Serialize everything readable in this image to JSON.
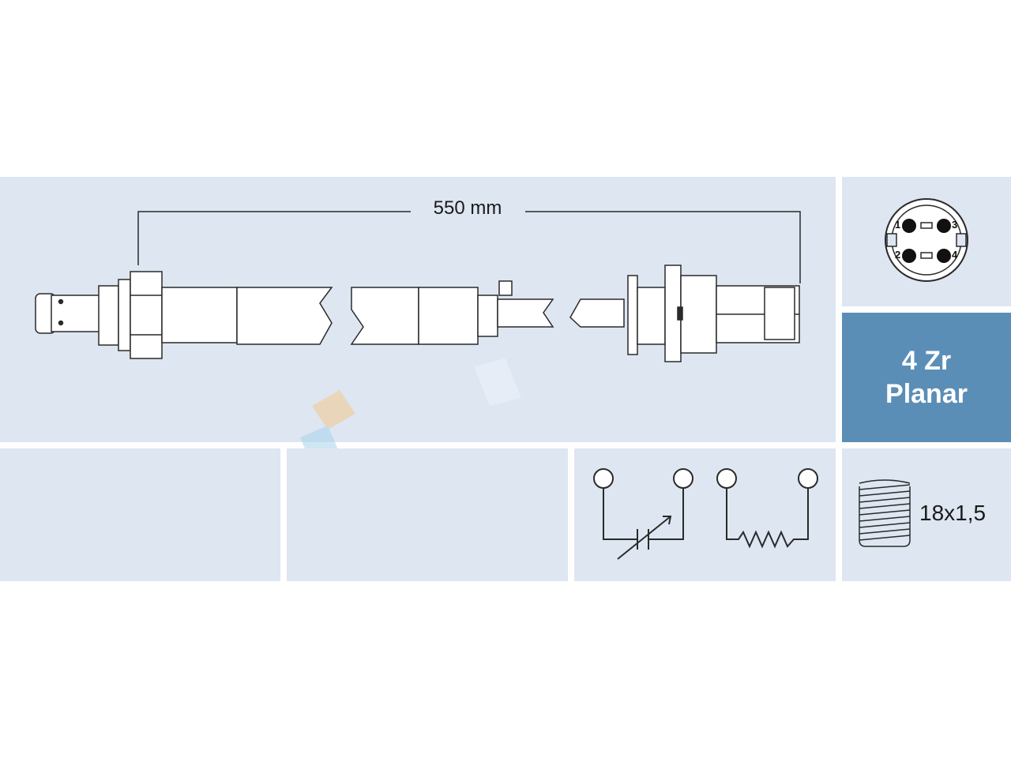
{
  "dimension": {
    "length_label": "550 mm"
  },
  "sensor_type": {
    "line1": "4 Zr",
    "line2": "Planar"
  },
  "connector": {
    "pins": [
      "1",
      "2",
      "3",
      "4"
    ]
  },
  "thread": {
    "label": "18x1,5"
  },
  "colors": {
    "panel_bg": "#dde6f1",
    "accent_panel": "#5b8eb7",
    "accent_text": "#ffffff",
    "line": "#2a2a2a",
    "part_fill": "#ffffff"
  },
  "icons": {
    "connector": "connector-face-icon",
    "circuit": "sensor-circuit-icon",
    "thread": "thread-icon"
  }
}
